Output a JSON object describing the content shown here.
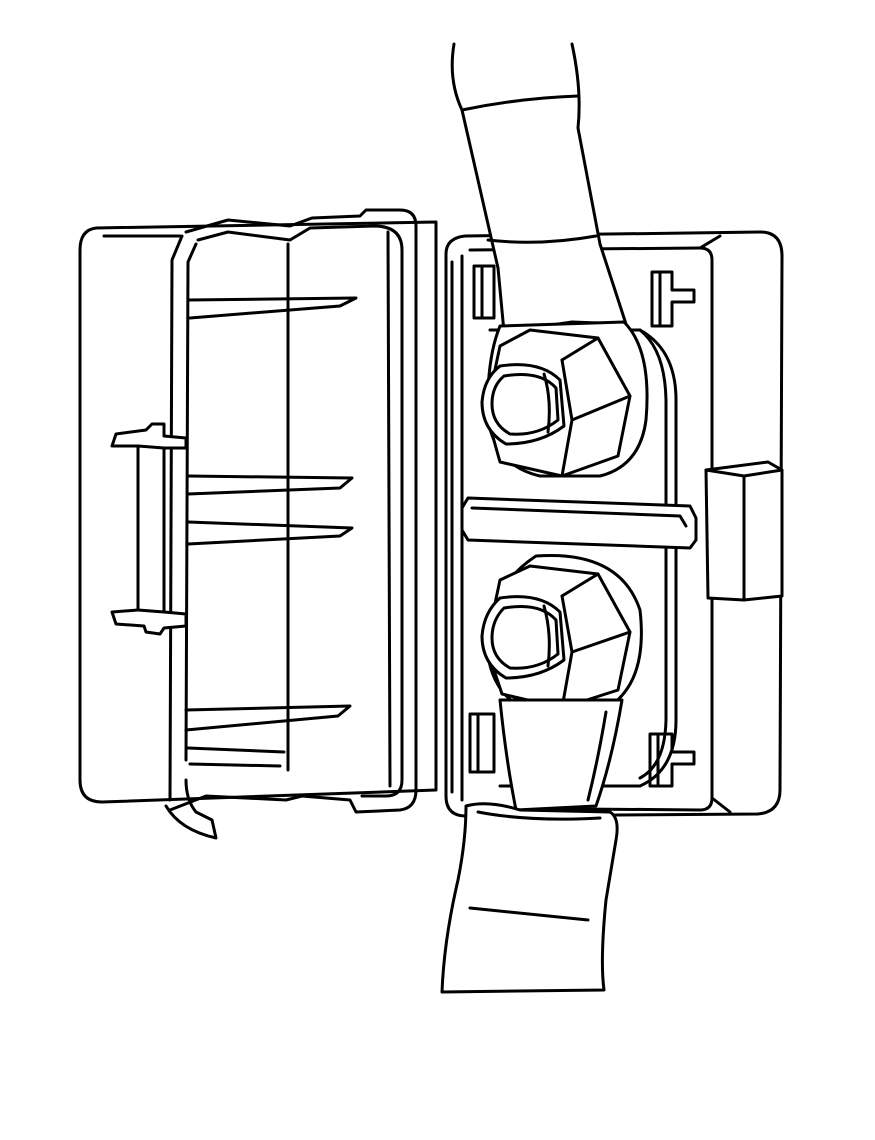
{
  "figure": {
    "kind": "technical line drawing",
    "background_color": "#ffffff",
    "line_color": "#000000",
    "parts": [
      "housing",
      "hinged-cover",
      "cover-latch",
      "upper-cable",
      "upper-terminal-nut",
      "divider-bar",
      "lower-terminal-nut",
      "lower-cable",
      "side-connector"
    ]
  }
}
